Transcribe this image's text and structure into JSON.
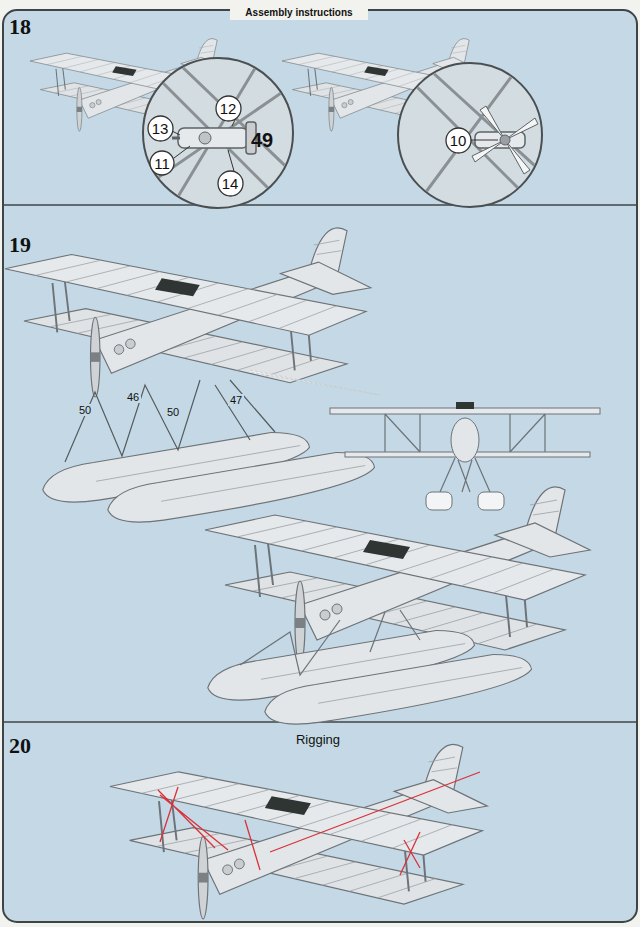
{
  "diagram": {
    "title": "Assembly instructions",
    "nodes": [
      {
        "text": [
          "12"
        ]
      },
      {
        "text": [
          "13"
        ]
      },
      {
        "text": [
          "11"
        ]
      },
      {
        "text": [
          "14"
        ]
      },
      {
        "text": [
          "10"
        ]
      }
    ],
    "labels": [
      "18",
      "49",
      "19",
      "50",
      "46",
      "50",
      "47",
      "20",
      "Rigging"
    ]
  }
}
